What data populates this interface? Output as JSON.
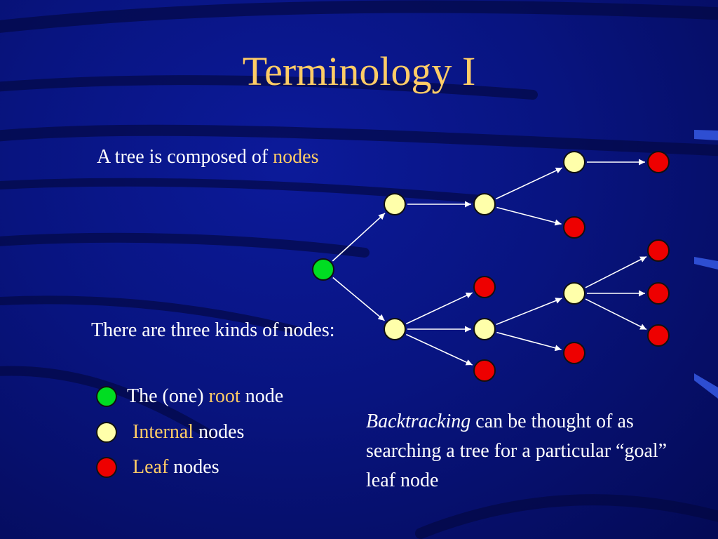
{
  "title": "Terminology I",
  "intro": {
    "prefix": "A tree is composed of ",
    "highlight": "nodes"
  },
  "kinds": "There are three kinds of nodes:",
  "legend": [
    {
      "pre": "The (one) ",
      "highlight": "root",
      "post": " node",
      "color": "#00dd22"
    },
    {
      "pre": "",
      "highlight": "Internal",
      "post": " nodes",
      "color": "#ffffaa"
    },
    {
      "pre": "",
      "highlight": "Leaf",
      "post": " nodes",
      "color": "#ee0000"
    }
  ],
  "backtracking": {
    "italic": "Backtracking",
    "rest": " can be thought of as searching a tree for a particular “goal” leaf node"
  },
  "colors": {
    "root": "#00dd22",
    "internal": "#ffffaa",
    "leaf": "#ee0000",
    "highlight": "#ffcc66"
  }
}
